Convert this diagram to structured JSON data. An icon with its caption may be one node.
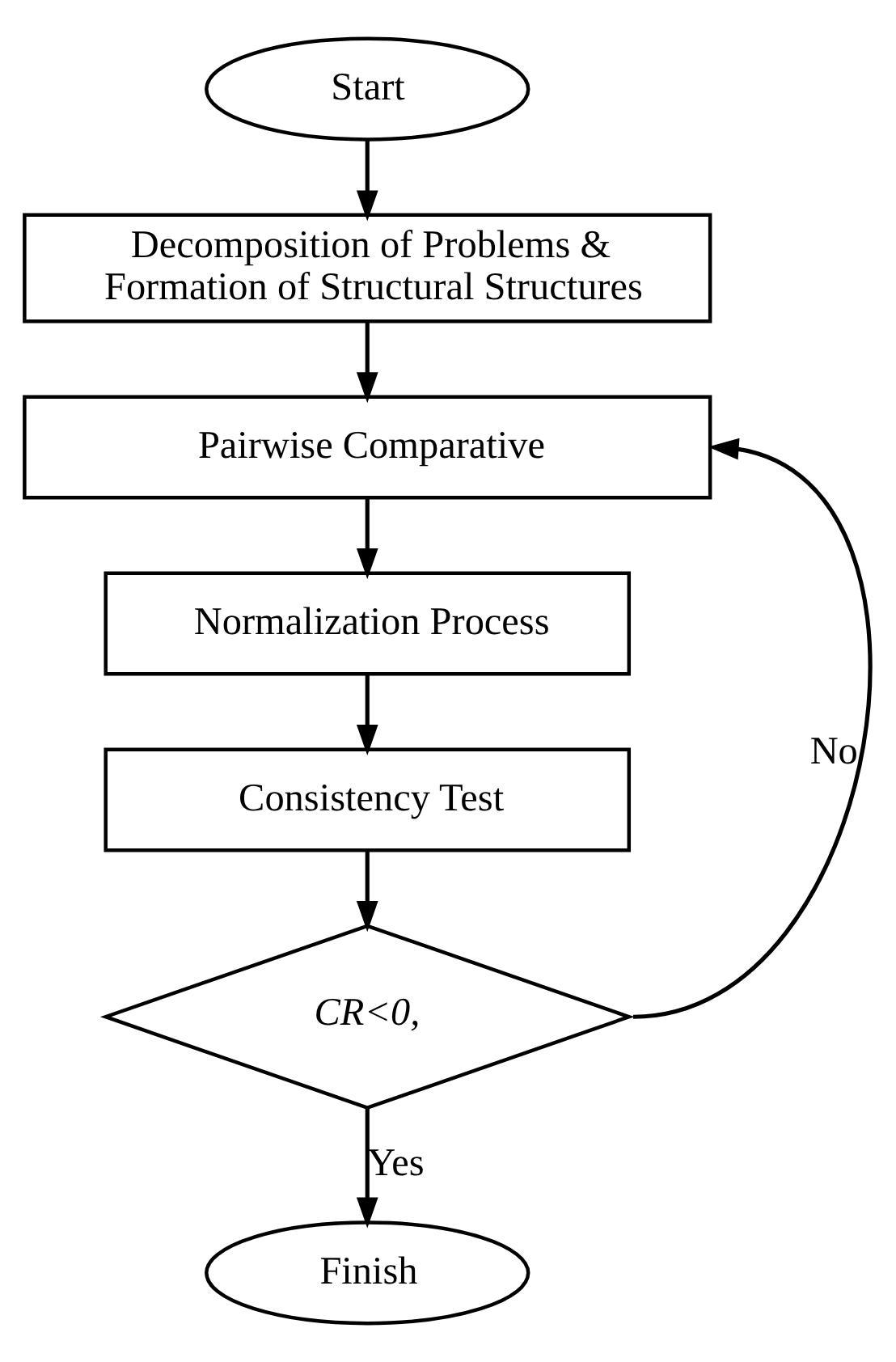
{
  "diagram": {
    "nodes": [
      {
        "text": [
          "Start"
        ]
      },
      {
        "text": [
          "Decomposition of Problems & Formation of Structural Structures"
        ]
      },
      {
        "text": [
          "Pairwise Comparative"
        ]
      },
      {
        "text": [
          "Normalization Process"
        ]
      },
      {
        "text": [
          "Consistency Test"
        ]
      },
      {
        "text": [
          "CR<0,"
        ]
      },
      {
        "text": [
          "Finish"
        ]
      }
    ],
    "edges": [
      {
        "from": 0,
        "to": 1,
        "arrow": "to"
      },
      {
        "from": 1,
        "to": 2,
        "arrow": "to"
      },
      {
        "from": 2,
        "to": 3,
        "arrow": "to"
      },
      {
        "from": 3,
        "to": 4,
        "arrow": "to"
      },
      {
        "from": 4,
        "to": 5,
        "arrow": "to"
      },
      {
        "from": 5,
        "to": 2,
        "label": "No",
        "arrow": "to"
      },
      {
        "from": 5,
        "to": 6,
        "label": "Yes",
        "arrow": "to"
      }
    ]
  }
}
